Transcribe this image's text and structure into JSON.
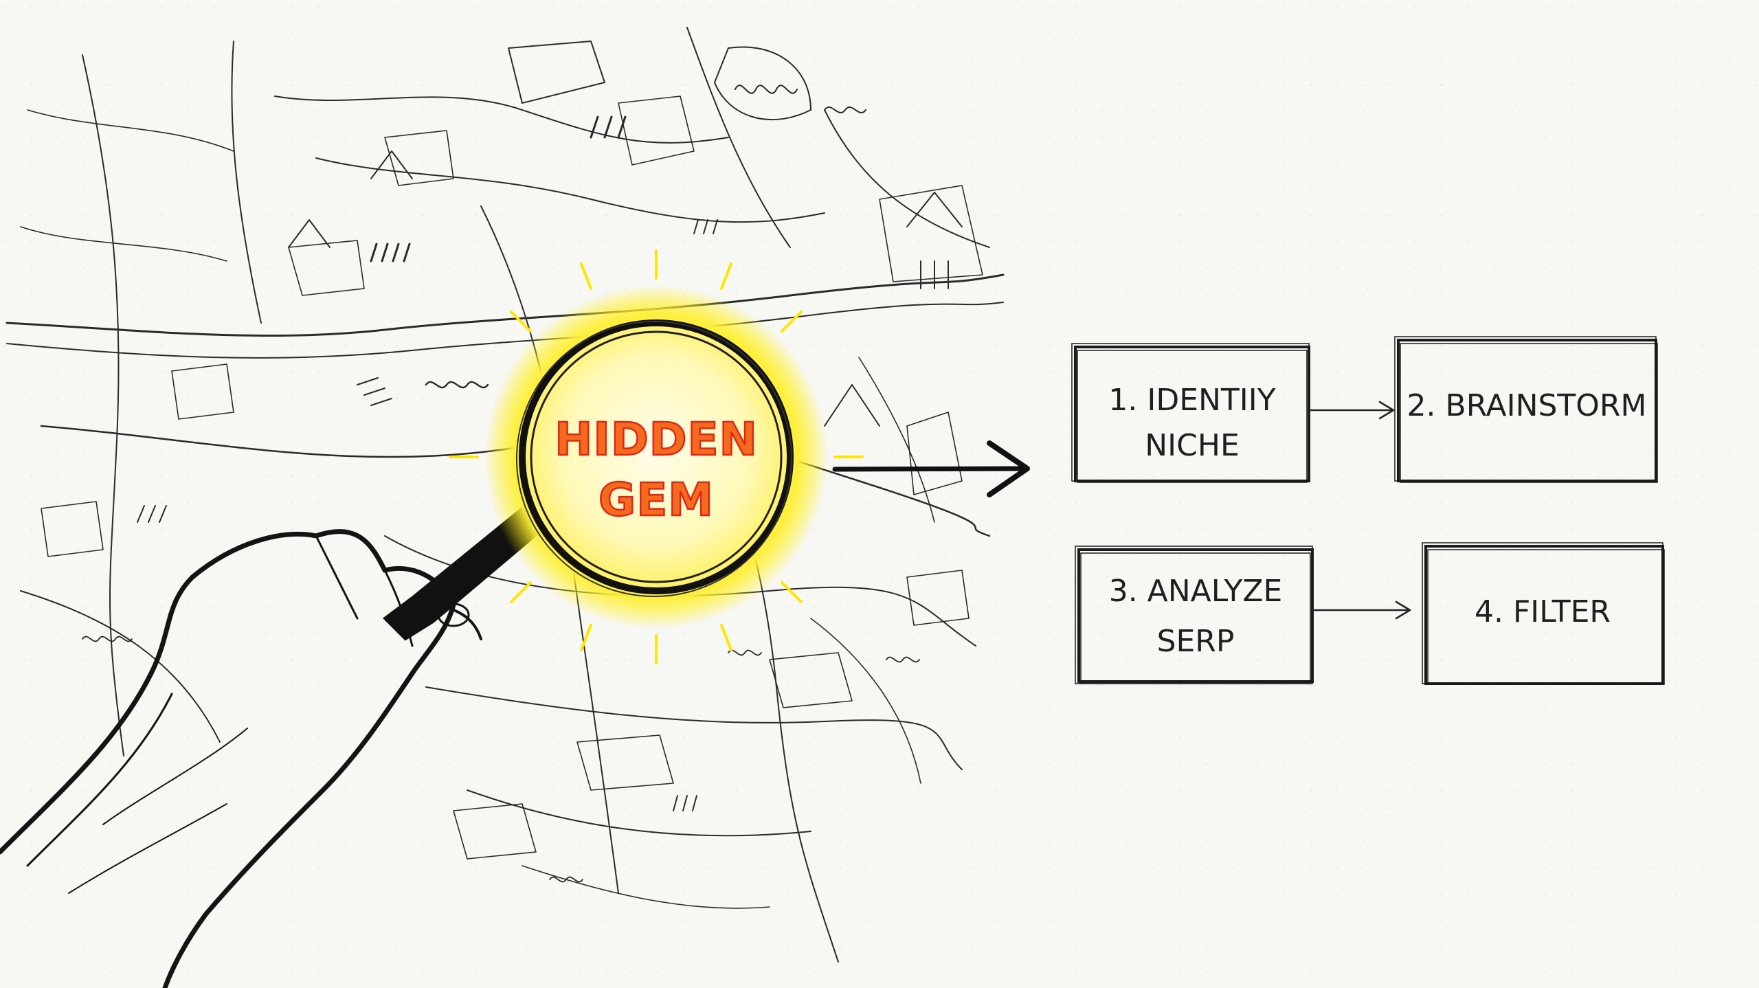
{
  "diagram": {
    "magnifier_label_line1": "HIDDEN",
    "magnifier_label_line2": "GEM",
    "steps": [
      {
        "label_line1": "1. IDENTIIY",
        "label_line2": "NICHE"
      },
      {
        "label_line1": "2. BRAINSTORM",
        "label_line2": ""
      },
      {
        "label_line1": "3. ANALYZE",
        "label_line2": "SERP"
      },
      {
        "label_line1": "4. FILTER",
        "label_line2": ""
      }
    ]
  },
  "colors": {
    "ink": "#1b1b1b",
    "glow_yellow": "#fff200",
    "gem_orange": "#f36b1c",
    "gem_red": "#e0261a",
    "paper": "#f7f7f4"
  }
}
